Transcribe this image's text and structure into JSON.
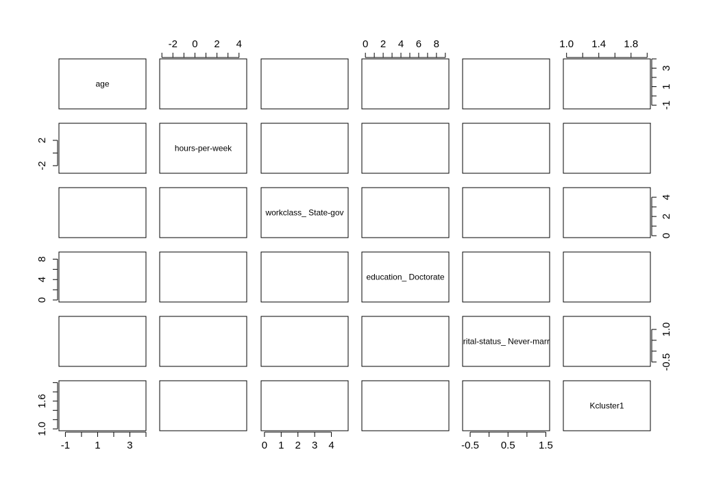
{
  "chart_data": {
    "type": "scatter",
    "title": "",
    "variables": [
      {
        "name": "age",
        "ticks": [
          -1,
          1,
          3
        ],
        "range": [
          -1.4,
          4.0
        ],
        "axis_side": "bottom",
        "minor_ticks": [
          -1,
          0,
          1,
          2,
          3,
          4
        ]
      },
      {
        "name": "hours-per-week",
        "ticks": [
          -2,
          0,
          2,
          4
        ],
        "range": [
          -3.2,
          4.7
        ],
        "axis_side": "top"
      },
      {
        "name": "workclass_ State-gov",
        "ticks": [
          0,
          1,
          2,
          3,
          4
        ],
        "range": [
          -0.2,
          5.0
        ],
        "axis_side": "bottom",
        "axis_side_y": "right"
      },
      {
        "name": "education_ Doctorate",
        "ticks": [
          0,
          2,
          4,
          6,
          8
        ],
        "range": [
          -0.4,
          9.4
        ],
        "axis_side": "top",
        "tick_labels": [
          "0",
          "2",
          "4",
          "6",
          "8"
        ]
      },
      {
        "name": "marital-status_ Never-married",
        "ticks": [
          -0.5,
          0.5,
          1.5
        ],
        "range": [
          -0.7,
          1.6
        ],
        "axis_side": "bottom",
        "axis_side_y": "right",
        "y_tick_labels": [
          "-0.5",
          "1.0"
        ],
        "y_ticks": [
          -0.5,
          1.0
        ]
      },
      {
        "name": "Kcluster1",
        "ticks": [
          1.0,
          1.4,
          1.8
        ],
        "range": [
          0.96,
          2.04
        ],
        "axis_side": "top",
        "tick_labels": [
          "1.0",
          "1.4",
          "1.8"
        ]
      }
    ],
    "bottom_axes": {
      "age": {
        "labels": [
          "-1",
          "1",
          "3"
        ]
      },
      "workclass_ State-gov": {
        "labels": [
          "0",
          "1",
          "2",
          "3",
          "4"
        ]
      },
      "marital-status_ Never-married": {
        "labels": [
          "-0.5",
          "0.5",
          "1.5"
        ]
      }
    },
    "top_axes": {
      "hours-per-week": {
        "labels": [
          "-2",
          "0",
          "2",
          "4"
        ]
      },
      "education_ Doctorate": {
        "labels": [
          "0",
          "2",
          "4",
          "6",
          "8"
        ]
      },
      "Kcluster1": {
        "labels": [
          "1.0",
          "1.4",
          "1.8"
        ]
      }
    },
    "left_axes": {
      "hours-per-week": {
        "labels": [
          "-2",
          "2"
        ]
      },
      "education_ Doctorate": {
        "labels": [
          "0",
          "4",
          "8"
        ]
      },
      "Kcluster1": {
        "labels": [
          "1.0",
          "1.6"
        ]
      }
    },
    "right_axes": {
      "age": {
        "labels": [
          "-1",
          "1",
          "3"
        ]
      },
      "workclass_ State-gov": {
        "labels": [
          "0",
          "2",
          "4"
        ]
      },
      "marital-status_ Never-married": {
        "labels": [
          "-0.5",
          "1.0"
        ]
      }
    },
    "grid": false,
    "legend": "none"
  }
}
